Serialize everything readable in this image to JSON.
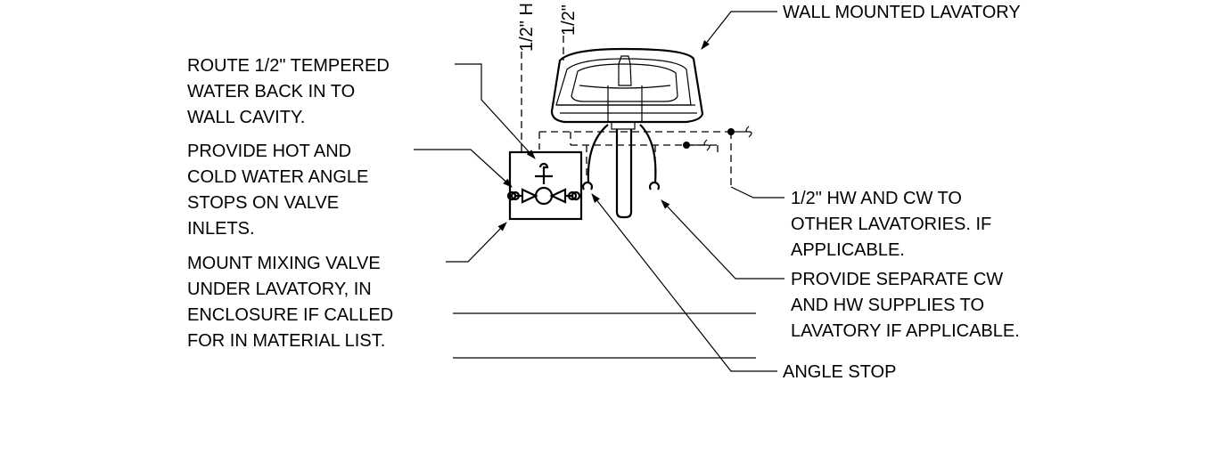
{
  "pipe_labels": {
    "hot": "1/2\" H",
    "cold": "1/2\""
  },
  "callouts": {
    "wall_mounted_lavatory": [
      "WALL MOUNTED LAVATORY"
    ],
    "route_tempered": [
      "ROUTE 1/2\" TEMPERED",
      "WATER BACK IN TO",
      "WALL CAVITY."
    ],
    "angle_stops": [
      "PROVIDE HOT AND",
      "COLD WATER ANGLE",
      "STOPS ON VALVE",
      "INLETS."
    ],
    "mixing_valve": [
      "MOUNT MIXING VALVE",
      "UNDER LAVATORY, IN",
      "ENCLOSURE IF CALLED",
      "FOR IN MATERIAL LIST."
    ],
    "other_lavatories": [
      "1/2\" HW AND CW TO",
      "OTHER LAVATORIES. IF",
      "APPLICABLE."
    ],
    "separate_supplies": [
      "PROVIDE SEPARATE CW",
      "AND HW SUPPLIES TO",
      "LAVATORY IF APPLICABLE."
    ],
    "angle_stop": [
      "ANGLE STOP"
    ]
  }
}
